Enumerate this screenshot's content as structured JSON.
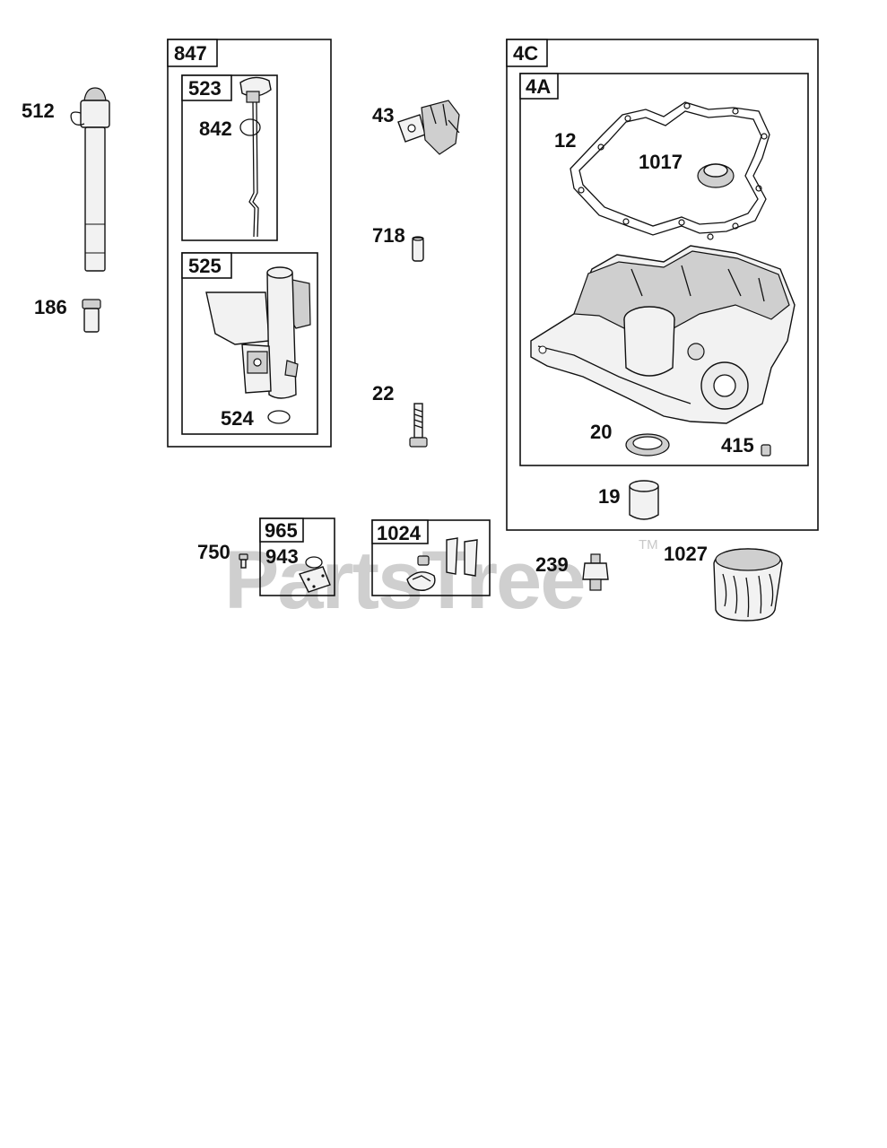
{
  "watermark": {
    "text": "PartsTree",
    "trademark": "TM"
  },
  "boxes": {
    "b847": "847",
    "b523": "523",
    "b525": "525",
    "b4C": "4C",
    "b4A": "4A",
    "b965": "965",
    "b1024": "1024"
  },
  "labels": {
    "p512": "512",
    "p186": "186",
    "p842": "842",
    "p524": "524",
    "p43": "43",
    "p718": "718",
    "p22": "22",
    "p12": "12",
    "p1017": "1017",
    "p20": "20",
    "p415": "415",
    "p19": "19",
    "p750": "750",
    "p943": "943",
    "p239": "239",
    "p1027": "1027"
  }
}
